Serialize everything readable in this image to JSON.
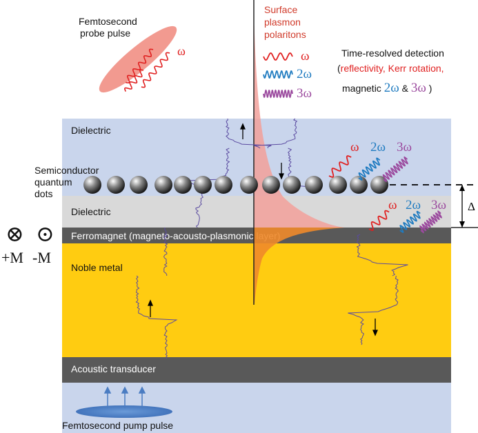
{
  "layers": {
    "dielectric_top": "Dielectric",
    "dielectric_bottom": "Dielectric",
    "ferromagnet": "Ferromagnet (magneto-acousto-plasmonic layer)",
    "noble_metal": "Noble metal",
    "acoustic_transducer": "Acoustic transducer"
  },
  "labels": {
    "probe_pulse": [
      "Femtosecond",
      "probe pulse"
    ],
    "pump_pulse": "Femtosecond pump pulse",
    "qd": [
      "Semiconductor",
      "quantum",
      "dots"
    ],
    "spp": [
      "Surface",
      "plasmon",
      "polaritons"
    ],
    "spp_legend": [
      "ω",
      "2ω",
      "3ω"
    ],
    "detection_title": "Time-resolved detection",
    "detection_line2": "(reflectivity, Kerr rotation,",
    "detection_line3_prefix": "magnetic ",
    "detection_2w": "2ω",
    "detection_amp": " & ",
    "detection_3w": "3ω",
    "detection_close": ")",
    "delta": "Δ",
    "mag_plus_symbol": "⊗",
    "mag_minus_symbol": "⊙",
    "mag_plus": "+M",
    "mag_minus": "-M",
    "probe_omega": "ω",
    "upper_harmonics": [
      "ω",
      "2ω",
      "3ω"
    ],
    "lower_harmonics": [
      "ω",
      "2ω",
      "3ω"
    ]
  },
  "colors": {
    "dielectric_blue": "#c9d5ec",
    "dielectric_grey": "#d9d9d9",
    "dark_layer": "#595959",
    "noble_metal": "#ffcc11",
    "omega": "#e02020",
    "two_omega": "#1f7bc0",
    "three_omega": "#9b4a9e",
    "spp_text": "#d03a2a",
    "wave_purple": "#5a4aa0",
    "probe_ellipse": "#f29a90",
    "pump_ellipse": "#4a7cc2"
  }
}
